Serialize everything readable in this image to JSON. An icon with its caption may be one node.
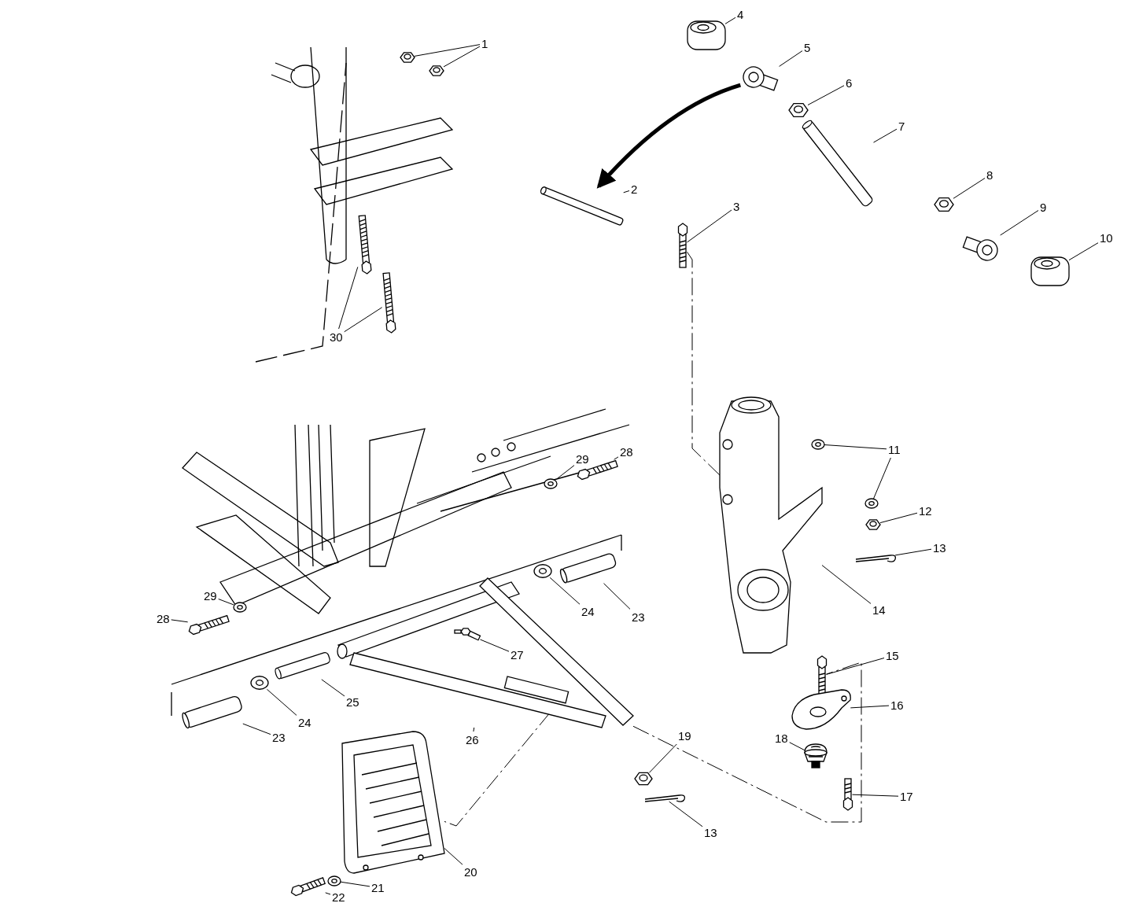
{
  "diagram": {
    "nodes": [
      {
        "text": [
          "1"
        ]
      },
      {
        "text": [],
        "shape": "picture"
      },
      {
        "text": [],
        "shape": "picture"
      },
      {
        "text": [
          "4"
        ]
      },
      {
        "text": [],
        "shape": "picture"
      },
      {
        "text": [
          "5"
        ]
      },
      {
        "text": [],
        "shape": "picture"
      },
      {
        "text": [
          "6"
        ]
      },
      {
        "text": [],
        "shape": "picture"
      },
      {
        "text": [
          "7"
        ]
      },
      {
        "text": [],
        "shape": "picture"
      },
      {
        "text": [
          "2"
        ]
      },
      {
        "text": [],
        "shape": "picture"
      },
      {
        "text": [
          "3"
        ]
      },
      {
        "text": [],
        "shape": "picture"
      },
      {
        "text": [
          "8"
        ]
      },
      {
        "text": [],
        "shape": "picture"
      },
      {
        "text": [
          "9"
        ]
      },
      {
        "text": [],
        "shape": "picture"
      },
      {
        "text": [
          "10"
        ]
      },
      {
        "text": [],
        "shape": "picture"
      },
      {
        "text": [
          "30"
        ]
      },
      {
        "text": [],
        "shape": "picture"
      },
      {
        "text": [],
        "shape": "picture"
      },
      {
        "text": [
          "11"
        ]
      },
      {
        "text": [],
        "shape": "picture"
      },
      {
        "text": [],
        "shape": "picture"
      },
      {
        "text": [
          "12"
        ]
      },
      {
        "text": [],
        "shape": "picture"
      },
      {
        "text": [
          "13"
        ]
      },
      {
        "text": [],
        "shape": "picture"
      },
      {
        "text": [
          "29"
        ]
      },
      {
        "text": [],
        "shape": "picture"
      },
      {
        "text": [
          "28"
        ]
      },
      {
        "text": [],
        "shape": "picture"
      },
      {
        "text": [
          "23"
        ]
      },
      {
        "text": [],
        "shape": "picture"
      },
      {
        "text": [
          "24"
        ]
      },
      {
        "text": [],
        "shape": "picture"
      },
      {
        "text": [
          "14"
        ]
      },
      {
        "text": [],
        "shape": "picture"
      },
      {
        "text": [
          "29"
        ]
      },
      {
        "text": [],
        "shape": "picture"
      },
      {
        "text": [
          "28"
        ]
      },
      {
        "text": [],
        "shape": "picture"
      },
      {
        "text": [
          "27"
        ]
      },
      {
        "text": [],
        "shape": "picture"
      },
      {
        "text": [
          "15"
        ]
      },
      {
        "text": [],
        "shape": "picture"
      },
      {
        "text": [
          "25"
        ]
      },
      {
        "text": [],
        "shape": "picture"
      },
      {
        "text": [
          "26"
        ]
      },
      {
        "text": [],
        "shape": "picture"
      },
      {
        "text": [
          "16"
        ]
      },
      {
        "text": [],
        "shape": "picture"
      },
      {
        "text": [
          "24"
        ]
      },
      {
        "text": [],
        "shape": "picture"
      },
      {
        "text": [
          "23"
        ]
      },
      {
        "text": [],
        "shape": "picture"
      },
      {
        "text": [
          "18"
        ]
      },
      {
        "text": [],
        "shape": "picture"
      },
      {
        "text": [
          "19"
        ]
      },
      {
        "text": [],
        "shape": "picture"
      },
      {
        "text": [
          "17"
        ]
      },
      {
        "text": [],
        "shape": "picture"
      },
      {
        "text": [
          "13"
        ]
      },
      {
        "text": [],
        "shape": "picture"
      },
      {
        "text": [
          "20"
        ]
      },
      {
        "text": [],
        "shape": "picture"
      },
      {
        "text": [
          "21"
        ]
      },
      {
        "text": [],
        "shape": "picture"
      },
      {
        "text": [
          "22"
        ]
      },
      {
        "text": [],
        "shape": "picture"
      }
    ],
    "edges": [
      {
        "from": 0,
        "to": 1,
        "arrow": "none"
      },
      {
        "from": 0,
        "to": 2,
        "arrow": "none"
      },
      {
        "from": 3,
        "to": 4,
        "arrow": "none"
      },
      {
        "from": 5,
        "to": 6,
        "arrow": "none"
      },
      {
        "from": 7,
        "to": 8,
        "arrow": "none"
      },
      {
        "from": 9,
        "to": 10,
        "arrow": "none"
      },
      {
        "from": 11,
        "to": 12,
        "arrow": "none"
      },
      {
        "from": 13,
        "to": 14,
        "arrow": "none"
      },
      {
        "from": 15,
        "to": 16,
        "arrow": "none"
      },
      {
        "from": 17,
        "to": 18,
        "arrow": "none"
      },
      {
        "from": 19,
        "to": 20,
        "arrow": "none"
      },
      {
        "from": 21,
        "to": 22,
        "arrow": "none"
      },
      {
        "from": 21,
        "to": 23,
        "arrow": "none"
      },
      {
        "from": 24,
        "to": 25,
        "arrow": "none"
      },
      {
        "from": 24,
        "to": 26,
        "arrow": "none"
      },
      {
        "from": 27,
        "to": 28,
        "arrow": "none"
      },
      {
        "from": 29,
        "to": 30,
        "arrow": "none"
      },
      {
        "from": 31,
        "to": 32,
        "arrow": "none"
      },
      {
        "from": 33,
        "to": 34,
        "arrow": "none"
      },
      {
        "from": 35,
        "to": 36,
        "arrow": "none"
      },
      {
        "from": 37,
        "to": 38,
        "arrow": "none"
      },
      {
        "from": 39,
        "to": 40,
        "arrow": "none"
      },
      {
        "from": 41,
        "to": 42,
        "arrow": "none"
      },
      {
        "from": 43,
        "to": 44,
        "arrow": "none"
      },
      {
        "from": 45,
        "to": 46,
        "arrow": "none"
      },
      {
        "from": 47,
        "to": 48,
        "arrow": "none"
      },
      {
        "from": 49,
        "to": 50,
        "arrow": "none"
      },
      {
        "from": 51,
        "to": 52,
        "arrow": "none"
      },
      {
        "from": 53,
        "to": 54,
        "arrow": "none"
      },
      {
        "from": 55,
        "to": 56,
        "arrow": "none"
      },
      {
        "from": 57,
        "to": 58,
        "arrow": "none"
      },
      {
        "from": 59,
        "to": 60,
        "arrow": "none"
      },
      {
        "from": 61,
        "to": 62,
        "arrow": "none"
      },
      {
        "from": 63,
        "to": 64,
        "arrow": "none"
      },
      {
        "from": 65,
        "to": 66,
        "arrow": "none"
      },
      {
        "from": 67,
        "to": 68,
        "arrow": "none"
      },
      {
        "from": 69,
        "to": 70,
        "arrow": "none"
      },
      {
        "from": 71,
        "to": 72,
        "arrow": "none"
      },
      {
        "from": 6,
        "to": 12,
        "arrow": "to",
        "style": "thick"
      },
      {
        "from": 14,
        "to": 40,
        "arrow": "none",
        "style": "dashed"
      },
      {
        "from": 52,
        "to": 48,
        "arrow": "none",
        "style": "dashed"
      },
      {
        "from": 52,
        "to": 68,
        "arrow": "none",
        "style": "dashed"
      }
    ]
  }
}
